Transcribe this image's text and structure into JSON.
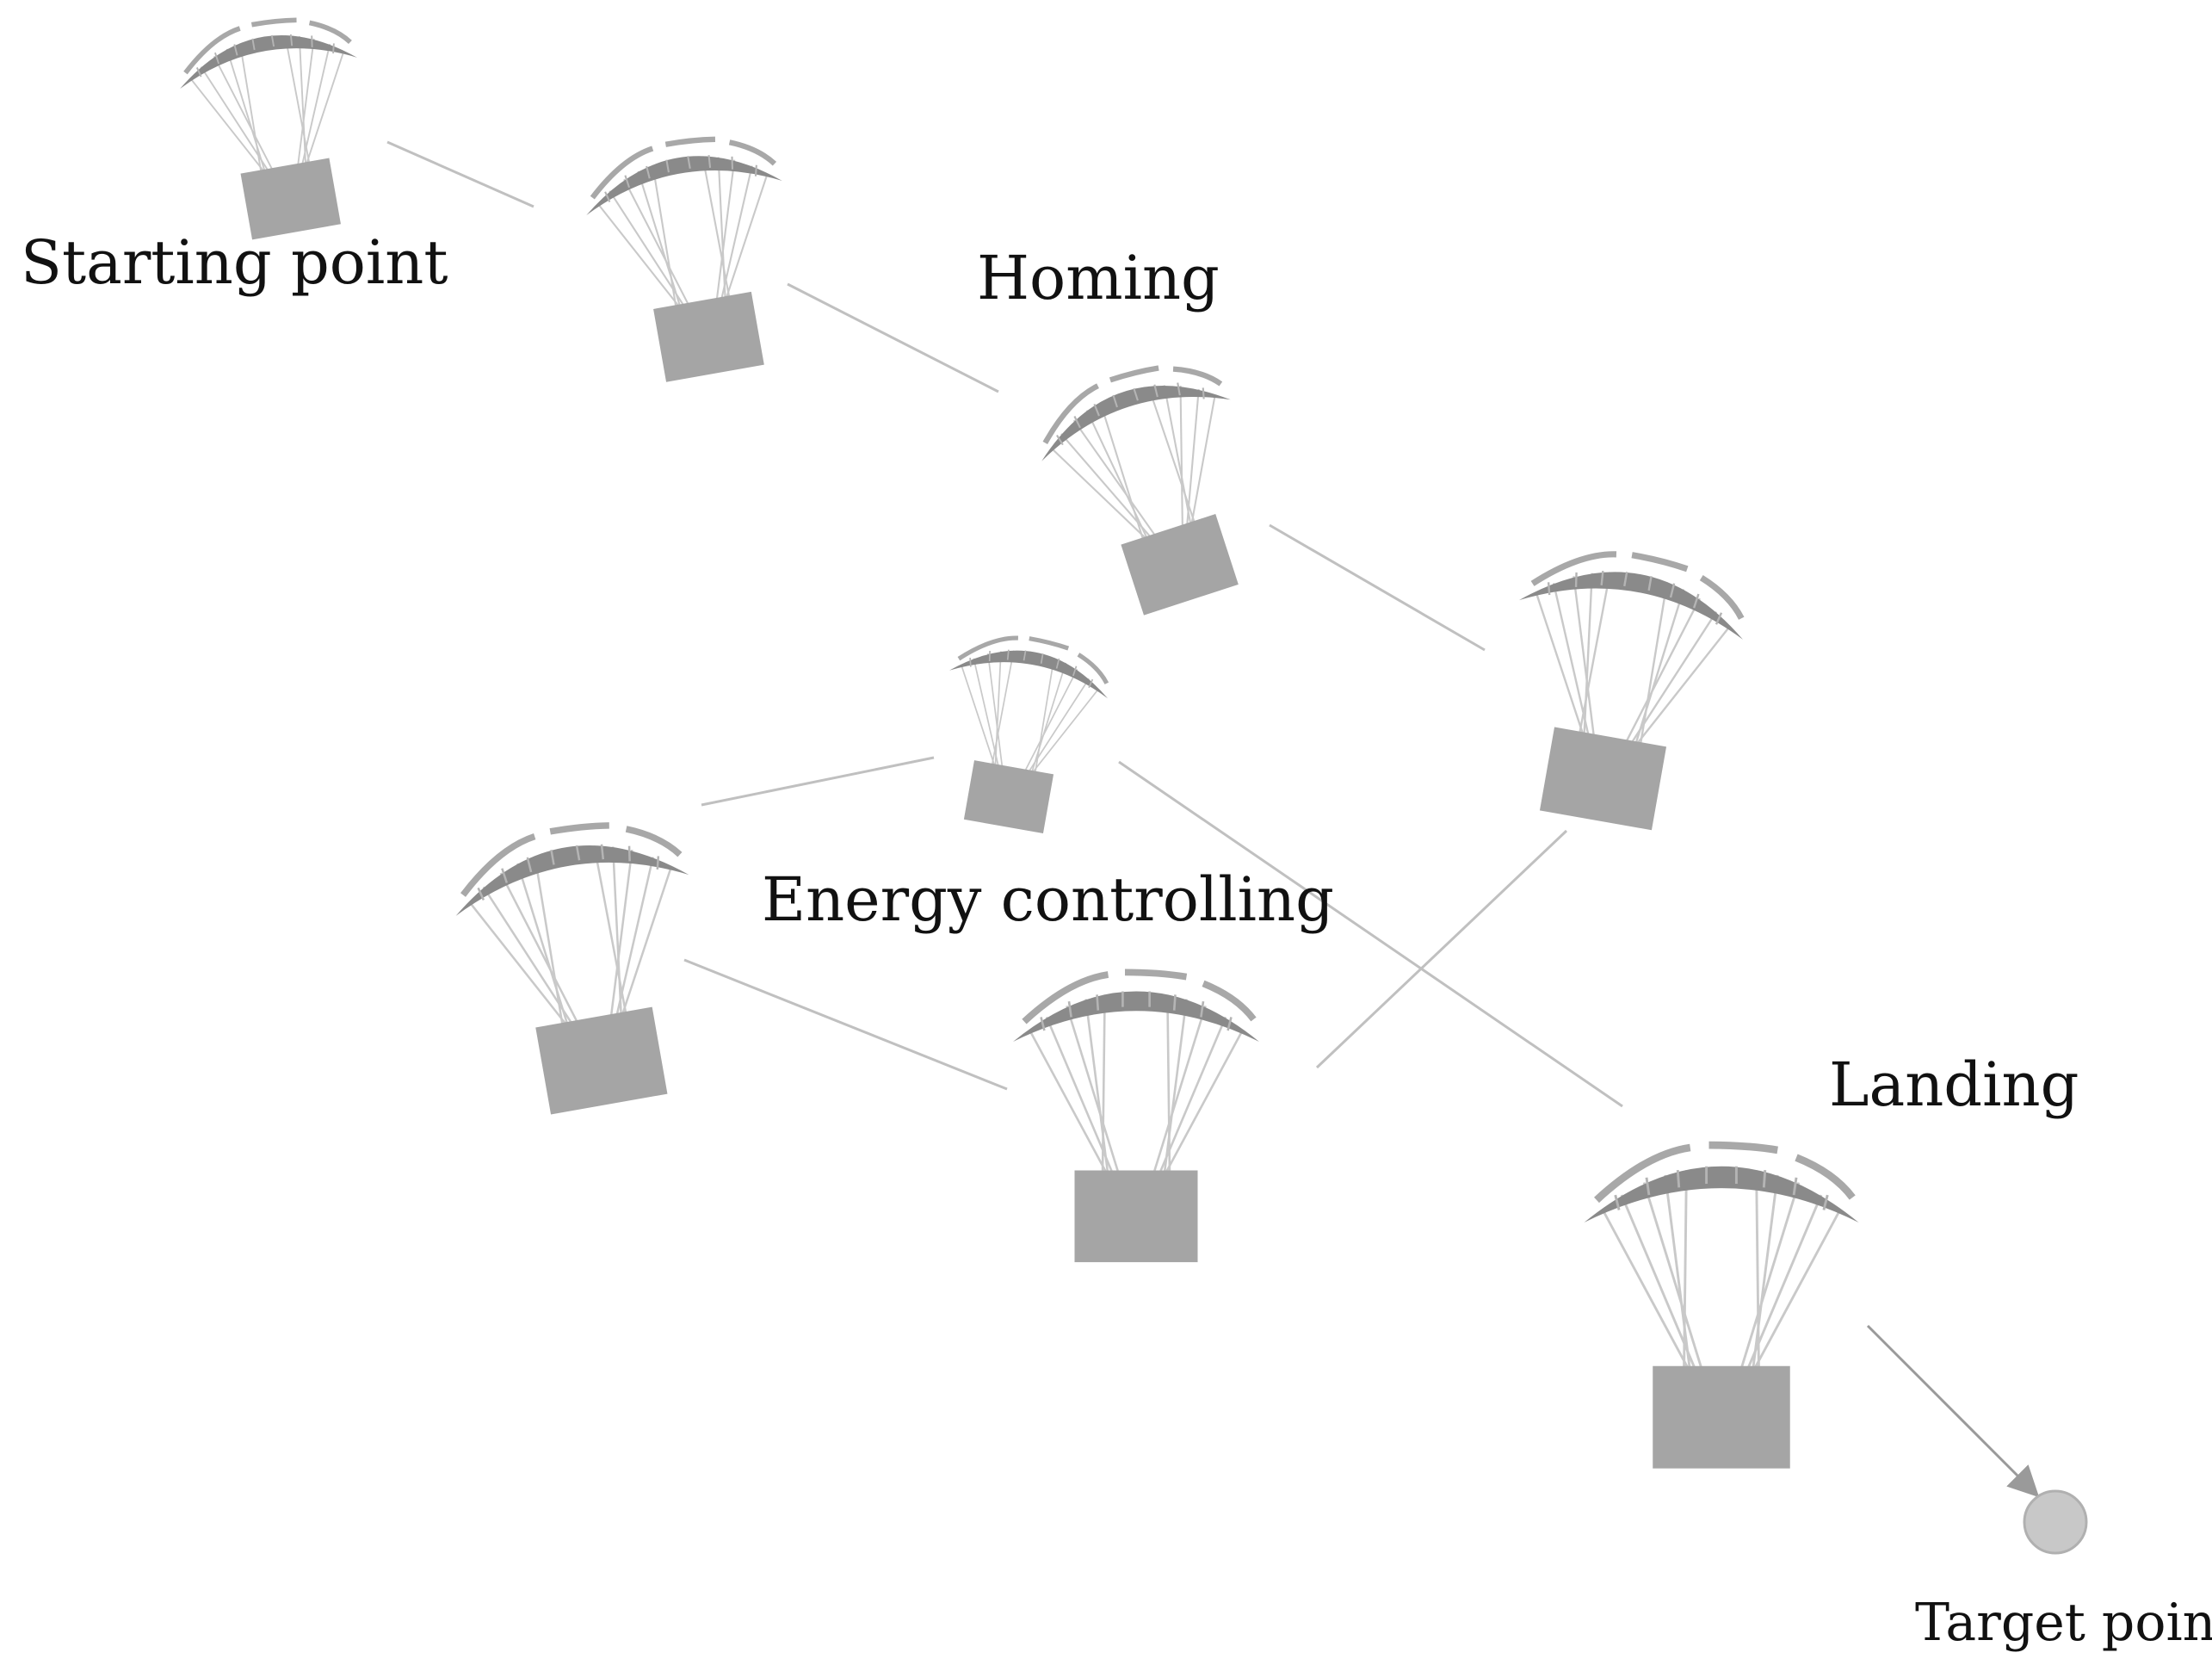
{
  "labels": {
    "starting_point": "Starting point",
    "homing": "Homing",
    "energy_controlling": "Energy controlling",
    "landing": "Landing",
    "target_point": "Target point"
  },
  "colors": {
    "canopy": "#8a8a8a",
    "canopy_rim": "#a8a8a8",
    "payload": "#a5a5a5",
    "lines": "#bdbdbd",
    "path": "#c0c0c0",
    "target": "#c8c8c8",
    "text": "#111111"
  }
}
